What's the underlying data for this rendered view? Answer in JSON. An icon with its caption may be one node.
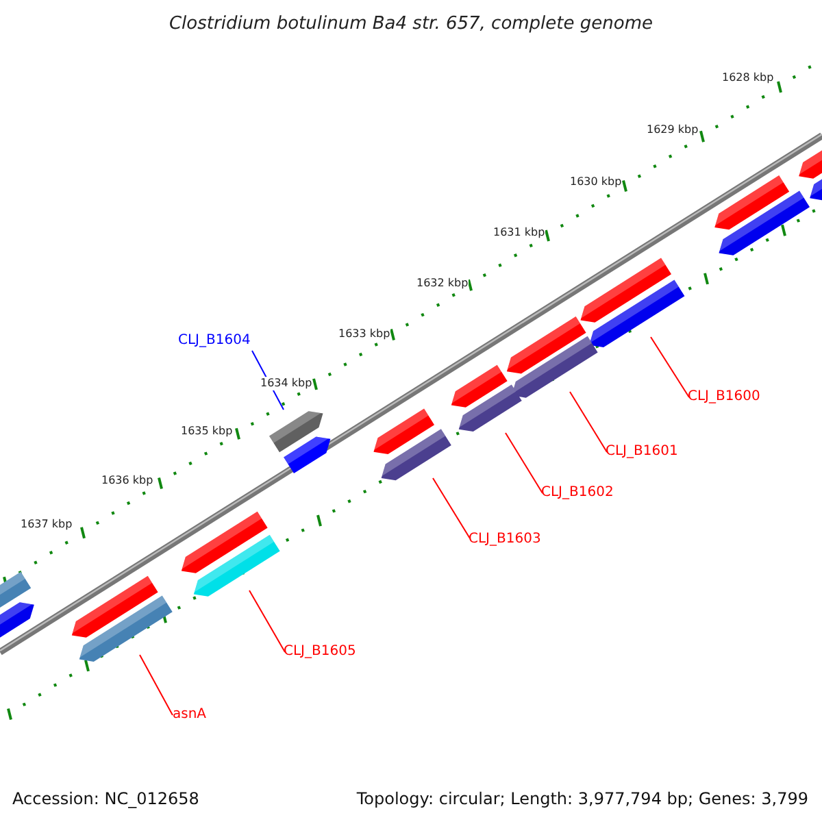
{
  "diagram": {
    "title": "Clostridium botulinum Ba4 str. 657, complete genome",
    "nodes": [
      {
        "text": [
          "CLJ_B1604"
        ]
      },
      {
        "text": [],
        "shape": "bar"
      },
      {
        "text": [
          "CLJ_B1600"
        ]
      },
      {
        "text": [],
        "shape": "bar"
      },
      {
        "text": [
          "CLJ_B1601"
        ]
      },
      {
        "text": [],
        "shape": "bar"
      },
      {
        "text": [
          "CLJ_B1602"
        ]
      },
      {
        "text": [],
        "shape": "bar"
      },
      {
        "text": [
          "CLJ_B1603"
        ]
      },
      {
        "text": [],
        "shape": "bar"
      },
      {
        "text": [
          "CLJ_B1605"
        ]
      },
      {
        "text": [],
        "shape": "bar"
      },
      {
        "text": [
          "asnA"
        ]
      },
      {
        "text": [],
        "shape": "bar"
      },
      {
        "text": [],
        "shape": "bar"
      },
      {
        "text": [],
        "shape": "bar"
      },
      {
        "text": [],
        "shape": "bar"
      },
      {
        "text": [],
        "shape": "bar"
      },
      {
        "text": [],
        "shape": "bar"
      },
      {
        "text": [],
        "shape": "bar"
      },
      {
        "text": [],
        "shape": "bar"
      },
      {
        "text": [],
        "shape": "bar"
      },
      {
        "text": [],
        "shape": "bar"
      },
      {
        "text": [],
        "shape": "bar"
      },
      {
        "text": [],
        "shape": "bar"
      },
      {
        "text": [],
        "shape": "bar"
      },
      {
        "text": [],
        "shape": "bar"
      }
    ],
    "edges": [
      {
        "from": 0,
        "to": 1,
        "arrow": "none",
        "color": "#0000ff"
      },
      {
        "from": 2,
        "to": 3,
        "arrow": "none"
      },
      {
        "from": 4,
        "to": 5,
        "arrow": "none"
      },
      {
        "from": 6,
        "to": 7,
        "arrow": "none"
      },
      {
        "from": 8,
        "to": 9,
        "arrow": "none"
      },
      {
        "from": 10,
        "to": 11,
        "arrow": "none"
      },
      {
        "from": 12,
        "to": 13,
        "arrow": "none"
      }
    ],
    "labels": [
      "1628 kbp",
      "1629 kbp",
      "1630 kbp",
      "1631 kbp",
      "1632 kbp",
      "1633 kbp",
      "1634 kbp",
      "1635 kbp",
      "1636 kbp",
      "1637 kbp",
      "Accession: NC_012658",
      "Topology: circular; Length: 3,977,794 bp; Genes: 3,799"
    ]
  }
}
